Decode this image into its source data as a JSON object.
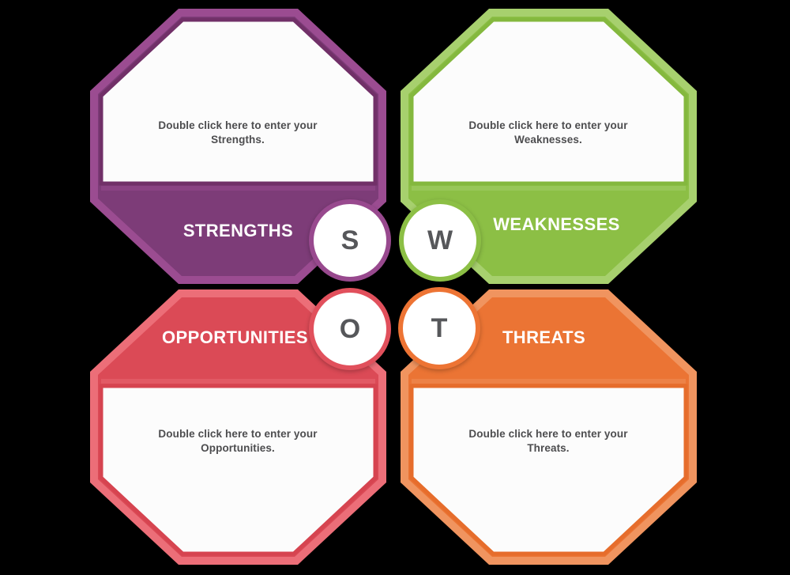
{
  "canvas": {
    "background": "#000000",
    "panel_fill": "#FCFCFC",
    "placeholder_color": "#4D4D4F",
    "label_color": "#FFFFFF",
    "letter_color": "#56575A"
  },
  "quadrants": [
    {
      "id": "strengths",
      "position": "top-left",
      "label": "STRENGTHS",
      "letter": "S",
      "placeholder": "Double click here to enter your Strengths.",
      "colors": {
        "ring": "#9B4C91",
        "band": "#7D3C78",
        "stroke": "#713068",
        "circle": "#98498E"
      }
    },
    {
      "id": "weaknesses",
      "position": "top-right",
      "label": "WEAKNESSES",
      "letter": "W",
      "placeholder": "Double click here to enter your Weaknesses.",
      "colors": {
        "ring": "#A7D06E",
        "band": "#8CBF45",
        "stroke": "#84B83E",
        "circle": "#8CBF45"
      }
    },
    {
      "id": "opportunities",
      "position": "bottom-left",
      "label": "OPPORTUNITIES",
      "letter": "O",
      "placeholder": "Double click here to enter your Opportunities.",
      "colors": {
        "ring": "#EC6E78",
        "band": "#DB4A56",
        "stroke": "#D64450",
        "circle": "#E1505C"
      }
    },
    {
      "id": "threats",
      "position": "bottom-right",
      "label": "THREATS",
      "letter": "T",
      "placeholder": "Double click here to enter your Threats.",
      "colors": {
        "ring": "#F0945F",
        "band": "#EB7434",
        "stroke": "#E66D2C",
        "circle": "#ED7434"
      }
    }
  ]
}
